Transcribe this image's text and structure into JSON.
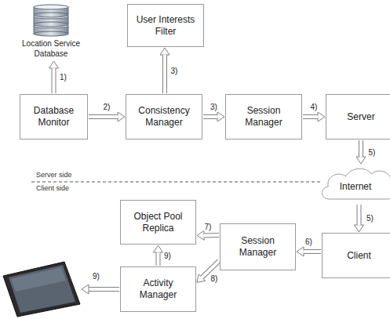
{
  "diagram": {
    "nodes": [
      {
        "text": [
          "Location Service Database"
        ]
      },
      {
        "text": [
          "User Interests Filter"
        ]
      },
      {
        "text": [
          "Database Monitor"
        ]
      },
      {
        "text": [
          "Consistency Manager"
        ]
      },
      {
        "text": [
          "Session Manager"
        ]
      },
      {
        "text": [
          "Server"
        ]
      },
      {
        "text": [
          "Internet"
        ]
      },
      {
        "text": [
          "Object Pool Replica"
        ]
      },
      {
        "text": [
          "Client"
        ]
      },
      {
        "text": [
          "Session Manager"
        ]
      },
      {
        "text": [
          "Activity Manager"
        ]
      }
    ],
    "edges": [
      {
        "from": 2,
        "to": 0,
        "label": "1)",
        "arrow": "to"
      },
      {
        "from": 2,
        "to": 3,
        "label": "2)",
        "arrow": "to"
      },
      {
        "from": 3,
        "to": 1,
        "label": "3)",
        "arrow": "to"
      },
      {
        "from": 3,
        "to": 4,
        "label": "3)",
        "arrow": "to"
      },
      {
        "from": 4,
        "to": 5,
        "label": "4)",
        "arrow": "to"
      },
      {
        "from": 5,
        "to": 6,
        "label": "5)",
        "arrow": "to"
      },
      {
        "from": 6,
        "to": 8,
        "label": "5)",
        "arrow": "to"
      },
      {
        "from": 8,
        "to": 9,
        "label": "6)",
        "arrow": "to"
      },
      {
        "from": 9,
        "to": 7,
        "label": "7)",
        "arrow": "to"
      },
      {
        "from": 9,
        "to": 10,
        "label": "8)",
        "arrow": "to"
      },
      {
        "from": 10,
        "to": 7,
        "label": "9)",
        "arrow": "to"
      }
    ],
    "labels": [
      "Server side",
      "Client side",
      "9)"
    ]
  }
}
